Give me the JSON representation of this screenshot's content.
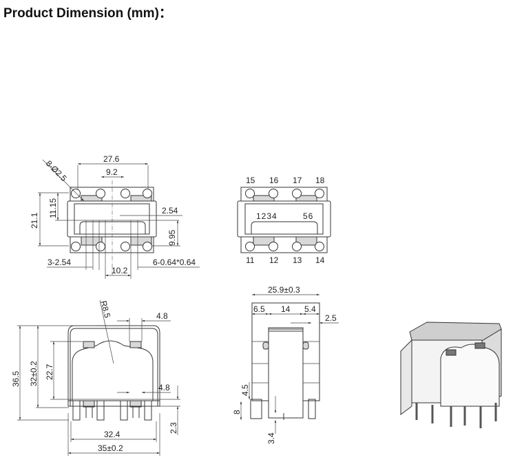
{
  "title": "Product Dimension (mm)：",
  "top_view": {
    "width": "27.6",
    "pitch_center": "9.2",
    "holes": "8-Ø2.5",
    "height": "21.1",
    "offset_top": "11.15",
    "pin_pitch_right": "2.54",
    "offset_bottom": "9.95",
    "pin_pitch_left": "3-2.54",
    "pin_span": "10.2",
    "pin_size": "6-0.64*0.64"
  },
  "bottom_view": {
    "top_pins": [
      "15",
      "16",
      "17",
      "18"
    ],
    "bottom_pins": [
      "11",
      "12",
      "13",
      "14"
    ],
    "left_pins": "1234",
    "right_pins": "56"
  },
  "front_view": {
    "radius": "R8.5",
    "tab_top": "4.8",
    "tab_bottom": "4.8",
    "total_height": "36.5",
    "body_height": "32±0.2",
    "core_height": "22.7",
    "pin_length": "2.3",
    "inner_width": "32.4",
    "outer_width": "35±0.2"
  },
  "side_view": {
    "depth": "25.9±0.3",
    "left": "6.5",
    "center": "14",
    "right": "5.4",
    "edge": "2.5",
    "standoff": "4.5",
    "foot": "8",
    "pin": "3.4"
  }
}
